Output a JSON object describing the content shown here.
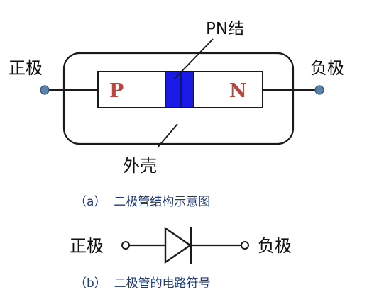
{
  "structure": {
    "pn_junction_label": "PN结",
    "anode_label": "正极",
    "cathode_label": "负极",
    "p_region_label": "P",
    "n_region_label": "N",
    "shell_label": "外壳",
    "caption": "（a）  二极管结构示意图"
  },
  "symbol": {
    "anode_label": "正极",
    "cathode_label": "负极",
    "caption": "（b）  二极管的电路符号"
  },
  "colors": {
    "line": "#1a1a1a",
    "junction": "#1a1ae6",
    "terminal": "#5b82a8",
    "pn_text": "#b5473f",
    "caption_text": "#1f3a7a"
  }
}
